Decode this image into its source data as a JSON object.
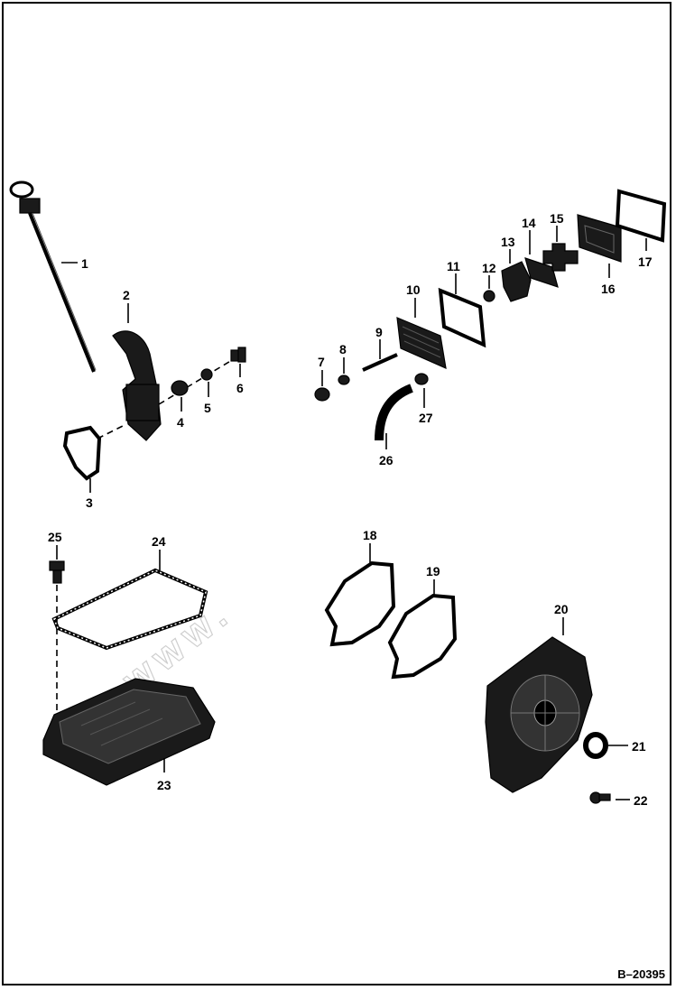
{
  "figure_ref": "B–20395",
  "watermark": "www.",
  "callouts": {
    "c1": "1",
    "c2": "2",
    "c3": "3",
    "c4": "4",
    "c5": "5",
    "c6": "6",
    "c7": "7",
    "c8": "8",
    "c9": "9",
    "c10": "10",
    "c11": "11",
    "c12": "12",
    "c13": "13",
    "c14": "14",
    "c15": "15",
    "c16": "16",
    "c17": "17",
    "c18": "18",
    "c19": "19",
    "c20": "20",
    "c21": "21",
    "c22": "22",
    "c23": "23",
    "c24": "24",
    "c25": "25",
    "c26": "26",
    "c27": "27"
  },
  "colors": {
    "ink": "#000000",
    "paper": "#ffffff",
    "part_fill": "#1a1a1a"
  }
}
